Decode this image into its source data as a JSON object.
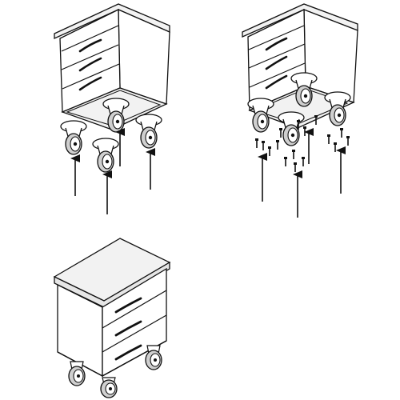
{
  "figure": {
    "steps": [
      {
        "id": "step-1"
      },
      {
        "id": "step-2"
      },
      {
        "id": "step-3"
      }
    ]
  },
  "colors": {
    "stroke": "#111111",
    "face": "#ffffff",
    "top": "#f2f2f2",
    "shade": "#e6e6e6",
    "wheel": "#bdbdbd"
  }
}
